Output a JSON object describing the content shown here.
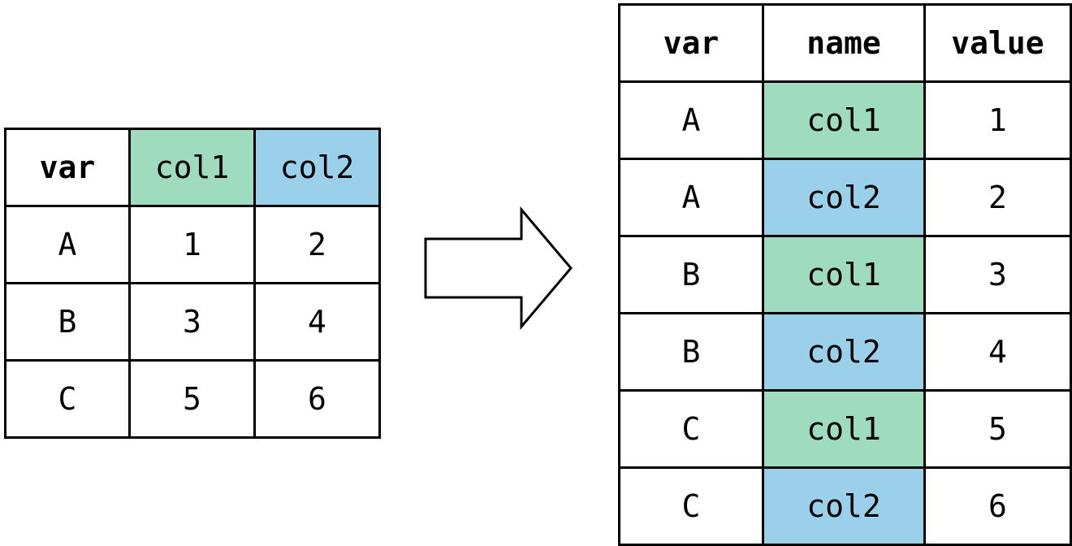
{
  "wide_table": {
    "headers": [
      "var",
      "col1",
      "col2"
    ],
    "rows": [
      [
        "A",
        "1",
        "2"
      ],
      [
        "B",
        "3",
        "4"
      ],
      [
        "C",
        "5",
        "6"
      ]
    ]
  },
  "long_table": {
    "headers": [
      "var",
      "name",
      "value"
    ],
    "rows": [
      [
        "A",
        "col1",
        "1"
      ],
      [
        "A",
        "col2",
        "2"
      ],
      [
        "B",
        "col1",
        "3"
      ],
      [
        "B",
        "col2",
        "4"
      ],
      [
        "C",
        "col1",
        "5"
      ],
      [
        "C",
        "col2",
        "6"
      ]
    ]
  },
  "colors": {
    "col1": "#9edbbf",
    "col2": "#9ad0ea",
    "border": "#000000",
    "background": "#ffffff"
  },
  "arrow": {
    "icon": "right-arrow-icon"
  }
}
